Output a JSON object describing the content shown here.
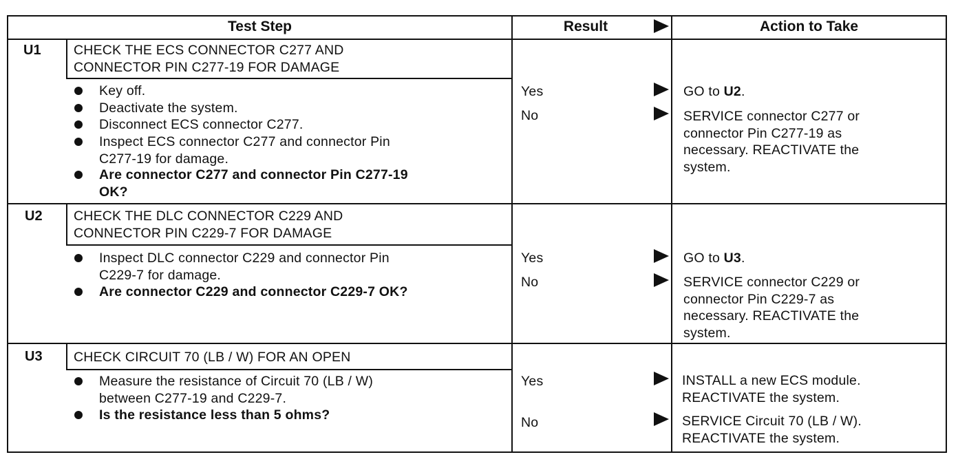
{
  "header": {
    "test_step": "Test Step",
    "result": "Result",
    "action": "Action to Take"
  },
  "steps": [
    {
      "id": "U1",
      "title_lines": [
        "CHECK THE ECS CONNECTOR C277 AND",
        "CONNECTOR PIN C277-19 FOR DAMAGE"
      ],
      "bullets": [
        {
          "lines": [
            "Key off."
          ],
          "bold": false
        },
        {
          "lines": [
            "Deactivate the system."
          ],
          "bold": false
        },
        {
          "lines": [
            "Disconnect ECS connector C277."
          ],
          "bold": false
        },
        {
          "lines": [
            "Inspect ECS connector C277 and connector Pin",
            "C277-19 for damage."
          ],
          "bold": false
        },
        {
          "lines": [
            "Are connector C277 and connector Pin C277-19",
            "OK?"
          ],
          "bold": true
        }
      ],
      "results": [
        {
          "result": "Yes",
          "action_prefix": "GO to ",
          "action_bold": "U2",
          "action_suffix": ".",
          "action_lines": []
        },
        {
          "result": "No",
          "action_prefix": "",
          "action_bold": "",
          "action_suffix": "",
          "action_lines": [
            "SERVICE connector C277 or",
            "connector Pin C277-19 as",
            "necessary. REACTIVATE the",
            "system."
          ]
        }
      ]
    },
    {
      "id": "U2",
      "title_lines": [
        "CHECK THE DLC CONNECTOR C229 AND",
        "CONNECTOR PIN C229-7 FOR DAMAGE"
      ],
      "bullets": [
        {
          "lines": [
            "Inspect DLC connector C229 and connector Pin",
            "C229-7 for damage."
          ],
          "bold": false
        },
        {
          "lines": [
            "Are connector C229 and connector C229-7 OK?"
          ],
          "bold": true
        }
      ],
      "results": [
        {
          "result": "Yes",
          "action_prefix": "GO to ",
          "action_bold": "U3",
          "action_suffix": ".",
          "action_lines": []
        },
        {
          "result": "No",
          "action_prefix": "",
          "action_bold": "",
          "action_suffix": "",
          "action_lines": [
            "SERVICE connector C229 or",
            "connector Pin C229-7 as",
            "necessary. REACTIVATE the",
            "system."
          ]
        }
      ]
    },
    {
      "id": "U3",
      "title_lines": [
        "CHECK CIRCUIT 70 (LB / W) FOR AN OPEN"
      ],
      "bullets": [
        {
          "lines": [
            "Measure the resistance of Circuit 70 (LB / W)",
            "between C277-19 and C229-7."
          ],
          "bold": false
        },
        {
          "lines": [
            "Is the resistance less than 5 ohms?"
          ],
          "bold": true
        }
      ],
      "results": [
        {
          "result": "Yes",
          "action_prefix": "",
          "action_bold": "",
          "action_suffix": "",
          "action_lines": [
            "INSTALL a new ECS module.",
            "REACTIVATE the system."
          ]
        },
        {
          "result": "No",
          "action_prefix": "",
          "action_bold": "",
          "action_suffix": "",
          "action_lines": [
            "SERVICE Circuit 70 (LB / W).",
            "REACTIVATE the system."
          ]
        }
      ]
    }
  ]
}
